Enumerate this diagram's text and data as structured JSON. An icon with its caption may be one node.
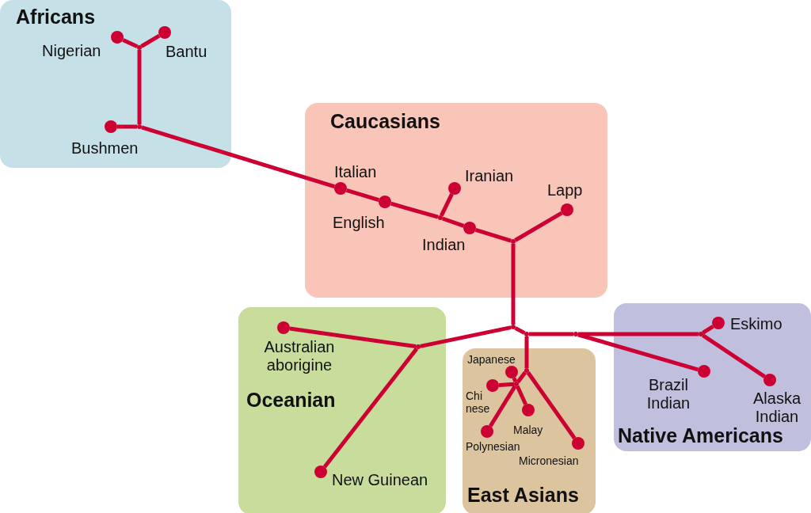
{
  "diagram": {
    "nodes": [
      {
        "text": [
          "Africans"
        ]
      },
      {
        "text": [],
        "shape": "circle",
        "in": 0,
        "beside": [
          "Nigerian"
        ]
      },
      {
        "text": [],
        "shape": "circle",
        "in": 0,
        "beside": [
          "Bantu"
        ]
      },
      {
        "text": [],
        "shape": "circle",
        "in": 0,
        "beside": [
          "Bushmen"
        ]
      },
      {
        "text": [
          "Caucasians"
        ]
      },
      {
        "text": [],
        "shape": "circle",
        "in": 4,
        "beside": [
          "Italian"
        ]
      },
      {
        "text": [],
        "shape": "circle",
        "in": 4,
        "beside": [
          "Iranian"
        ]
      },
      {
        "text": [],
        "shape": "circle",
        "in": 4,
        "beside": [
          "Lapp"
        ]
      },
      {
        "text": [],
        "shape": "circle",
        "in": 4,
        "beside": [
          "English"
        ]
      },
      {
        "text": [],
        "shape": "circle",
        "in": 4,
        "beside": [
          "Indian"
        ]
      },
      {
        "text": [
          "Oceanian"
        ]
      },
      {
        "text": [],
        "shape": "circle",
        "in": 10,
        "beside": [
          "Australian aborigine"
        ]
      },
      {
        "text": [],
        "shape": "circle",
        "in": 10,
        "beside": [
          "New Guinean"
        ]
      },
      {
        "text": [
          "East Asians"
        ]
      },
      {
        "text": [],
        "shape": "circle",
        "in": 13,
        "beside": [
          "Japanese"
        ]
      },
      {
        "text": [],
        "shape": "circle",
        "in": 13,
        "beside": [
          "Chi nese"
        ]
      },
      {
        "text": [],
        "shape": "circle",
        "in": 13,
        "beside": [
          "Malay"
        ]
      },
      {
        "text": [],
        "shape": "circle",
        "in": 13,
        "beside": [
          "Polynesian"
        ]
      },
      {
        "text": [],
        "shape": "circle",
        "in": 13,
        "beside": [
          "Micronesian"
        ]
      },
      {
        "text": [
          "Native Americans"
        ]
      },
      {
        "text": [],
        "shape": "circle",
        "in": 19,
        "beside": [
          "Eskimo"
        ]
      },
      {
        "text": [],
        "shape": "circle",
        "in": 19,
        "beside": [
          "Brazil Indian"
        ]
      },
      {
        "text": [],
        "shape": "circle",
        "in": 19,
        "beside": [
          "Alaska Indian"
        ]
      },
      {
        "text": [],
        "shape": "point",
        "in": 0
      },
      {
        "text": [],
        "shape": "point",
        "in": 0
      },
      {
        "text": [],
        "shape": "point",
        "in": 4
      },
      {
        "text": [],
        "shape": "point",
        "in": 4
      },
      {
        "text": [],
        "shape": "point"
      },
      {
        "text": [],
        "shape": "point",
        "in": 10
      },
      {
        "text": [],
        "shape": "point"
      },
      {
        "text": [],
        "shape": "point"
      },
      {
        "text": [],
        "shape": "point",
        "in": 19
      },
      {
        "text": [],
        "shape": "point",
        "in": 13
      },
      {
        "text": [],
        "shape": "point",
        "in": 13
      }
    ],
    "edges": [
      {
        "from": 23,
        "to": 1,
        "arrow": "none"
      },
      {
        "from": 23,
        "to": 2,
        "arrow": "none"
      },
      {
        "from": 23,
        "to": 24,
        "arrow": "none"
      },
      {
        "from": 24,
        "to": 3,
        "arrow": "none"
      },
      {
        "from": 24,
        "to": 5,
        "arrow": "none"
      },
      {
        "from": 5,
        "to": 8,
        "arrow": "none"
      },
      {
        "from": 8,
        "to": 25,
        "arrow": "none"
      },
      {
        "from": 25,
        "to": 6,
        "arrow": "none"
      },
      {
        "from": 25,
        "to": 9,
        "arrow": "none"
      },
      {
        "from": 9,
        "to": 26,
        "arrow": "none"
      },
      {
        "from": 26,
        "to": 7,
        "arrow": "none"
      },
      {
        "from": 26,
        "to": 27,
        "arrow": "none"
      },
      {
        "from": 27,
        "to": 28,
        "arrow": "none"
      },
      {
        "from": 28,
        "to": 11,
        "arrow": "none"
      },
      {
        "from": 28,
        "to": 12,
        "arrow": "none"
      },
      {
        "from": 27,
        "to": 29,
        "arrow": "none"
      },
      {
        "from": 29,
        "to": 30,
        "arrow": "none"
      },
      {
        "from": 30,
        "to": 31,
        "arrow": "none"
      },
      {
        "from": 30,
        "to": 21,
        "arrow": "none"
      },
      {
        "from": 31,
        "to": 20,
        "arrow": "none"
      },
      {
        "from": 31,
        "to": 22,
        "arrow": "none"
      },
      {
        "from": 29,
        "to": 32,
        "arrow": "none"
      },
      {
        "from": 32,
        "to": 18,
        "arrow": "none"
      },
      {
        "from": 32,
        "to": 33,
        "arrow": "none"
      },
      {
        "from": 33,
        "to": 14,
        "arrow": "none"
      },
      {
        "from": 33,
        "to": 15,
        "arrow": "none"
      },
      {
        "from": 33,
        "to": 16,
        "arrow": "none"
      },
      {
        "from": 33,
        "to": 17,
        "arrow": "none"
      }
    ]
  }
}
